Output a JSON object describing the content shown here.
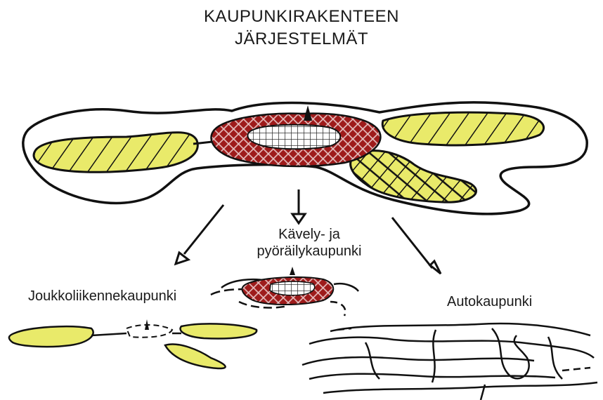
{
  "title": {
    "line1": "KAUPUNKIRAKENTEEN",
    "line2": "JÄRJESTELMÄT"
  },
  "labels": {
    "walk_line1": "Kävely- ja",
    "walk_line2": "pyöräilykaupunki",
    "transit": "Joukkoliikennekaupunki",
    "car": "Autokaupunki"
  },
  "colors": {
    "outline": "#111111",
    "yellow_zone": "#e9ea6a",
    "core_red": "#9e1b1b"
  }
}
